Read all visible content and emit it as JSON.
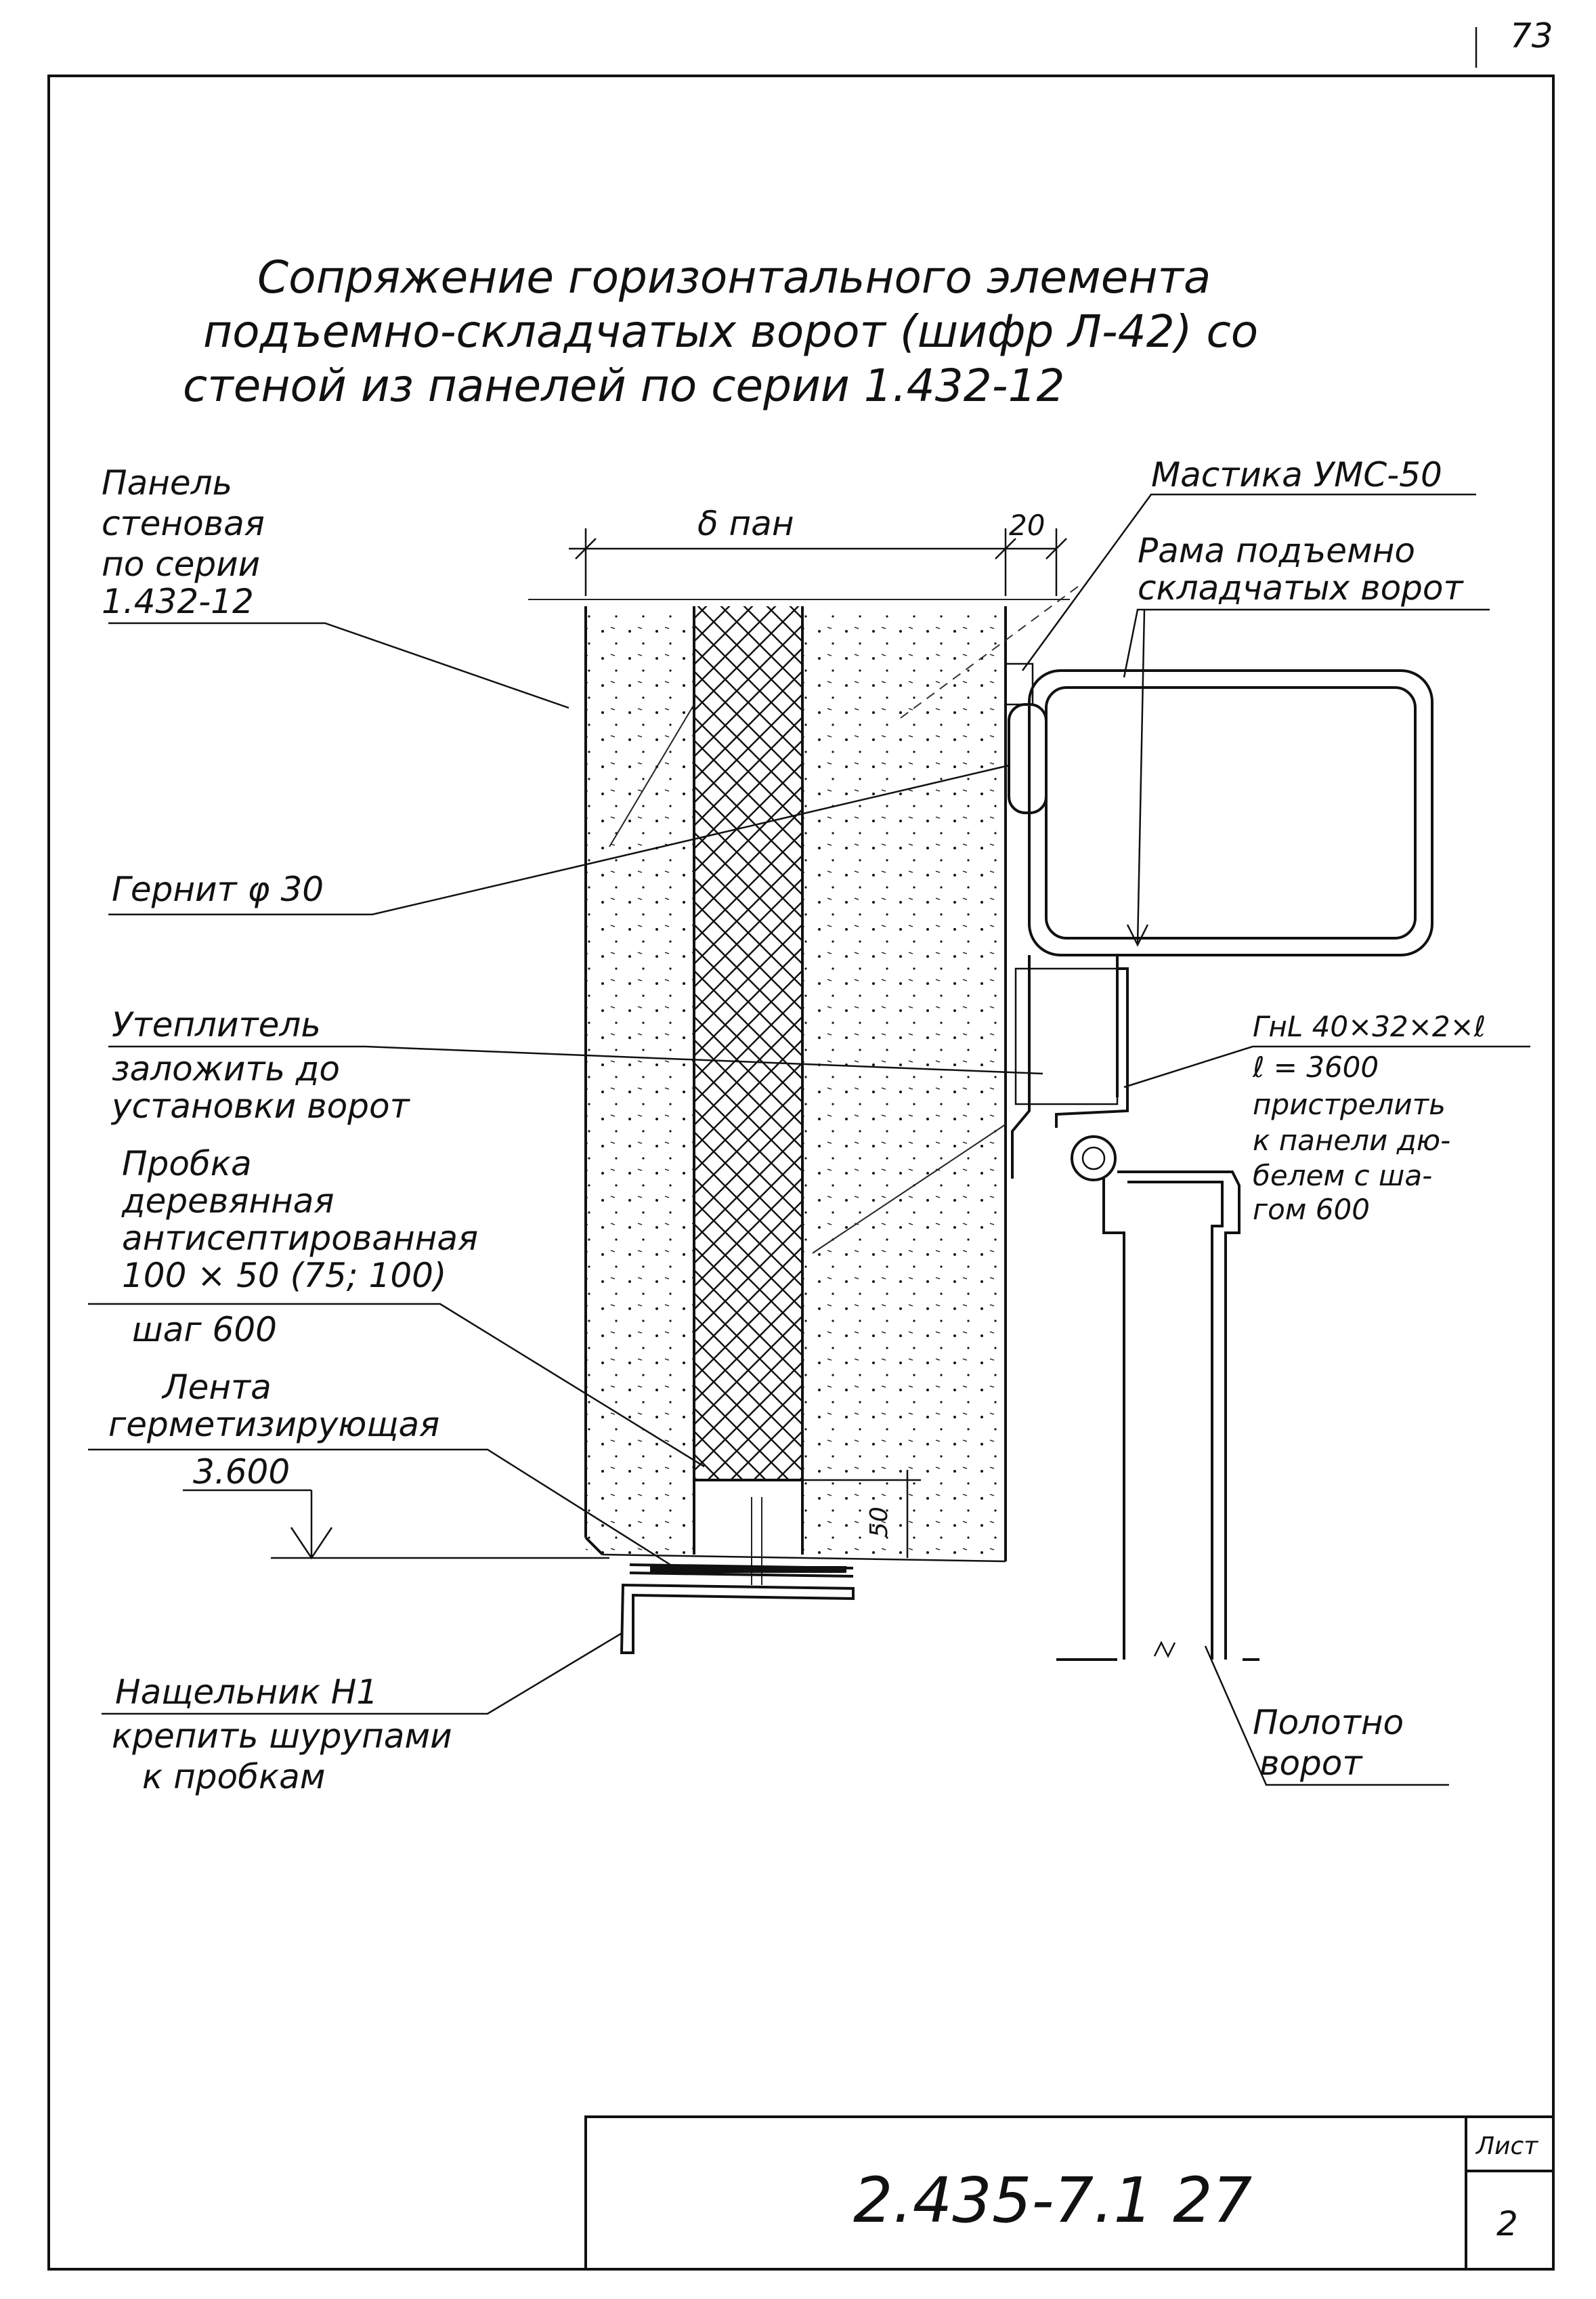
{
  "sheet": {
    "page_number": "73",
    "title_lines": [
      "Сопряжение горизонтального элемента",
      "подъемно-складчатых ворот (шифр Л-42) со",
      "стеной из панелей по серии 1.432-12"
    ],
    "stamp": {
      "code": "2.435-7.1 27",
      "sheet_label": "Лист",
      "sheet_number": "2"
    }
  },
  "dimensions": {
    "panel_thickness": "δ пан",
    "gap": "20",
    "elevation": "3.600",
    "insert_offset": "50"
  },
  "callouts": {
    "panel": [
      "Панель",
      "стеновая",
      "по серии",
      "1.432-12"
    ],
    "mastic": [
      "Мастика УМС-50"
    ],
    "frame": [
      "Рама подъемно",
      "складчатых ворот"
    ],
    "gernit": [
      "Гернит φ 30"
    ],
    "insulation": [
      "Утеплитель",
      "заложить до",
      "установки ворот"
    ],
    "angle": [
      "ГнL 40×32×2×ℓ",
      "ℓ = 3600",
      "пристрелить",
      "к панели дю-",
      "белем с ша-",
      "гом 600"
    ],
    "plug": [
      "Пробка",
      "деревянная",
      "антисептированная",
      "100 × 50 (75; 100)",
      "шаг 600"
    ],
    "tape": [
      "Лента",
      "герметизирующая"
    ],
    "trim": [
      "Нащельник Н1",
      "крепить шурупами",
      "к пробкам"
    ],
    "leaf": [
      "Полотно",
      "ворот"
    ]
  },
  "symbols": {
    "level_mark": "triangle-level-icon",
    "hatch": "cross-hatch-pattern",
    "concrete": "concrete-dots-pattern"
  }
}
